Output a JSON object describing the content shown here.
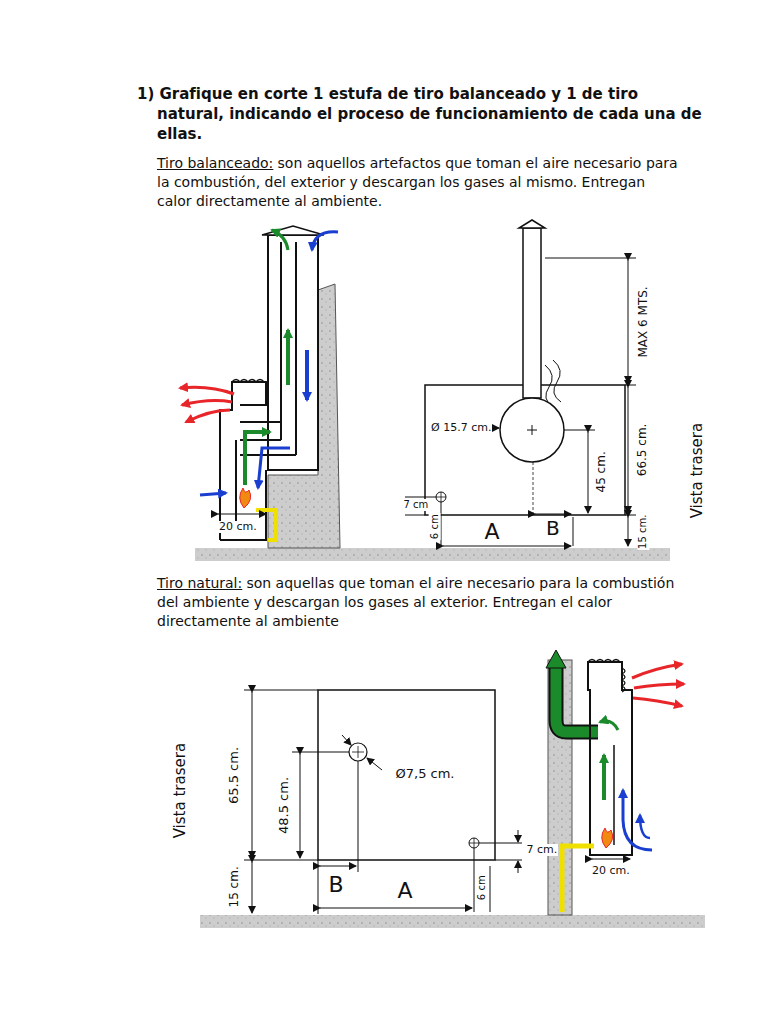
{
  "diagram": {
    "title": "1) Grafique en corte 1 estufa de tiro balanceado y 1 de tiro natural, indicando el proceso de funcionamiento de cada una de ellas.",
    "labels": [
      "Tiro balanceado:",
      "son aquellos artefactos que toman el aire necesario para la combustión, del exterior y descargan los gases al mismo. Entregan calor directamente al ambiente.",
      "20 cm.",
      "Ø 15.7 cm.",
      "MAX 6 MTS.",
      "66.5 cm.",
      "45 cm.",
      "7 cm",
      "6 cm",
      "A",
      "B",
      "15 cm.",
      "Vista trasera",
      "Tiro natural:",
      "son aquellas que toman el aire necesario para la combustión del ambiente y descargan los gases al exterior. Entregan el calor directamente al ambiente",
      "Vista trasera",
      "65.5 cm.",
      "48.5 cm.",
      "Ø7,5 cm.",
      "7 cm.",
      "6 cm",
      "B",
      "A",
      "15 cm.",
      "20 cm."
    ]
  }
}
